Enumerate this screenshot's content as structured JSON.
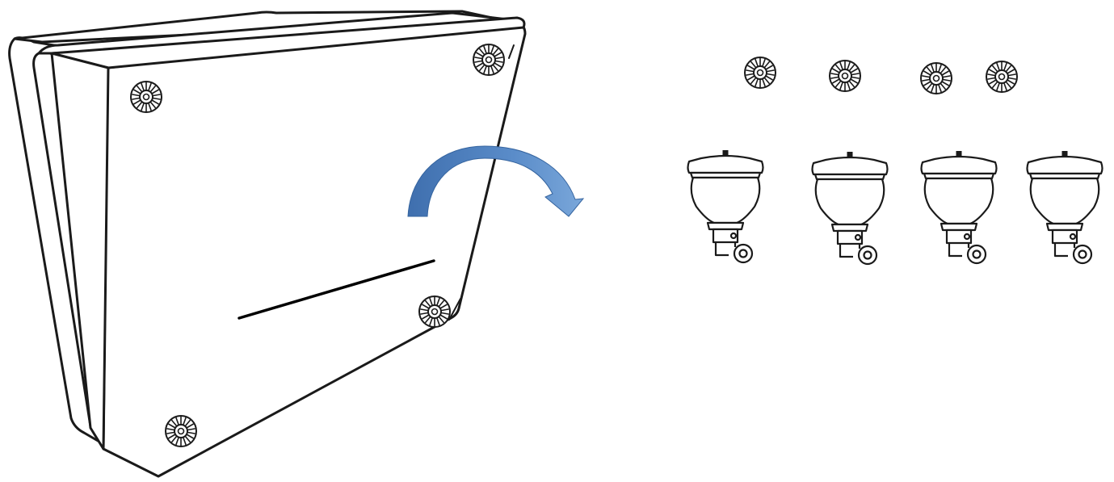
{
  "diagram": {
    "description_labels": [],
    "box": {
      "icon": "cabinet-underside-icon",
      "mount_count": 4
    },
    "arrow": {
      "icon": "curved-arrow-icon",
      "color": "#3F6FAE",
      "highlight": "#7AA7DA"
    },
    "removed_parts": {
      "washers": {
        "icon": "lock-washer-icon",
        "count": 4
      },
      "casters": {
        "icon": "caster-wheel-icon",
        "count": 4
      }
    },
    "line_color": "#1a1a1a"
  }
}
